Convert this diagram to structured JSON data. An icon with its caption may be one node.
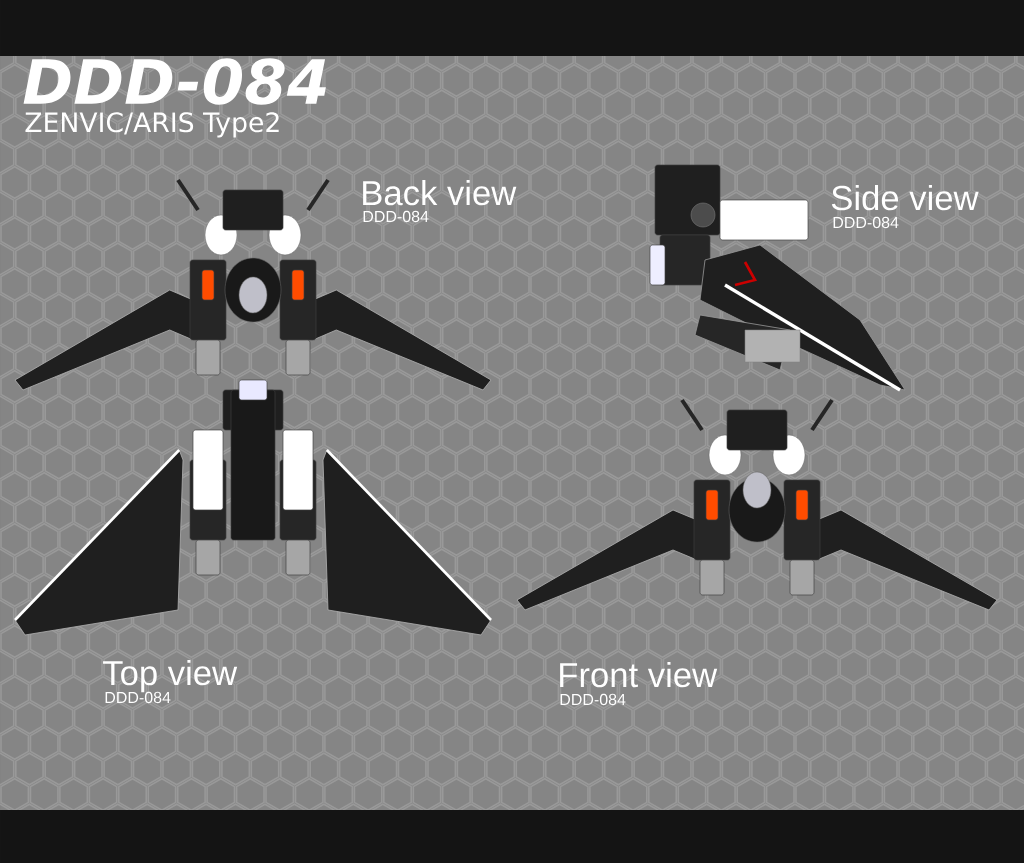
{
  "diagram": {
    "title": "DDD-084",
    "labels": [
      "ZENVIC/ARIS Type2",
      "Back view",
      "DDD-084",
      "Side view",
      "DDD-084",
      "Top view",
      "DDD-084",
      "Front view",
      "DDD-084"
    ]
  }
}
